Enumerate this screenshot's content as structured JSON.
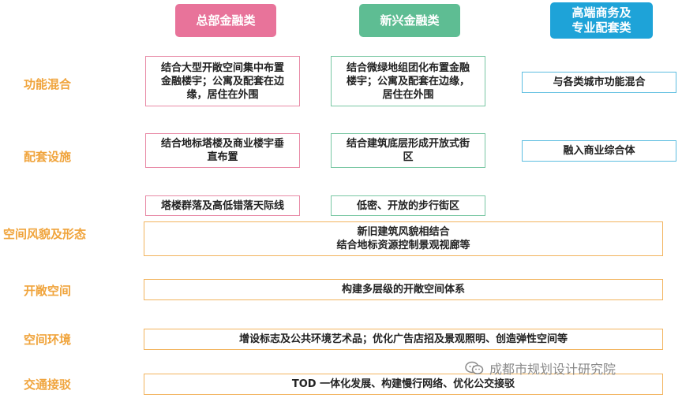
{
  "headers": {
    "hq": "总部金融类",
    "emerging": "新兴金融类",
    "business_line1": "高端商务及",
    "business_line2": "专业配套类"
  },
  "row_labels": {
    "function_mix": "功能混合",
    "facilities": "配套设施",
    "space_style": "空间风貌及形态",
    "open_space": "开敞空间",
    "environment": "空间环境",
    "transport": "交通接驳"
  },
  "cells": {
    "function_mix": {
      "hq": [
        "结合大型开敞空间集中布置",
        "金融楼宇；公寓及配套在边",
        "缘，居住在外围"
      ],
      "emerging": [
        "结合微绿地组团化布置金融",
        "楼宇；公寓及配套在边缘，",
        "居住在外围"
      ],
      "business": "与各类城市功能混合"
    },
    "facilities": {
      "hq": [
        "结合地标塔楼及商业楼宇垂",
        "直布置"
      ],
      "emerging": [
        "结合建筑底层形成开放式街",
        "区"
      ],
      "business": "融入商业综合体"
    },
    "space_style": {
      "hq": "塔楼群落及高低错落天际线",
      "emerging": "低密、开放的步行街区",
      "shared_line1": "新旧建筑风貌相结合",
      "shared_line2": "结合地标资源控制景观视廊等"
    },
    "open_space": "构建多层级的开敞空间体系",
    "environment": "增设标志及公共环境艺术品；优化广告店招及景观照明、创造弹性空间等",
    "transport": "TOD 一体化发展、构建慢行网络、优化公交接驳"
  },
  "watermark": "成都市规划设计研究院",
  "colors": {
    "pink": "#e8739a",
    "green": "#5ebd93",
    "blue": "#1ea3d8",
    "orange": "#f0a43c"
  }
}
